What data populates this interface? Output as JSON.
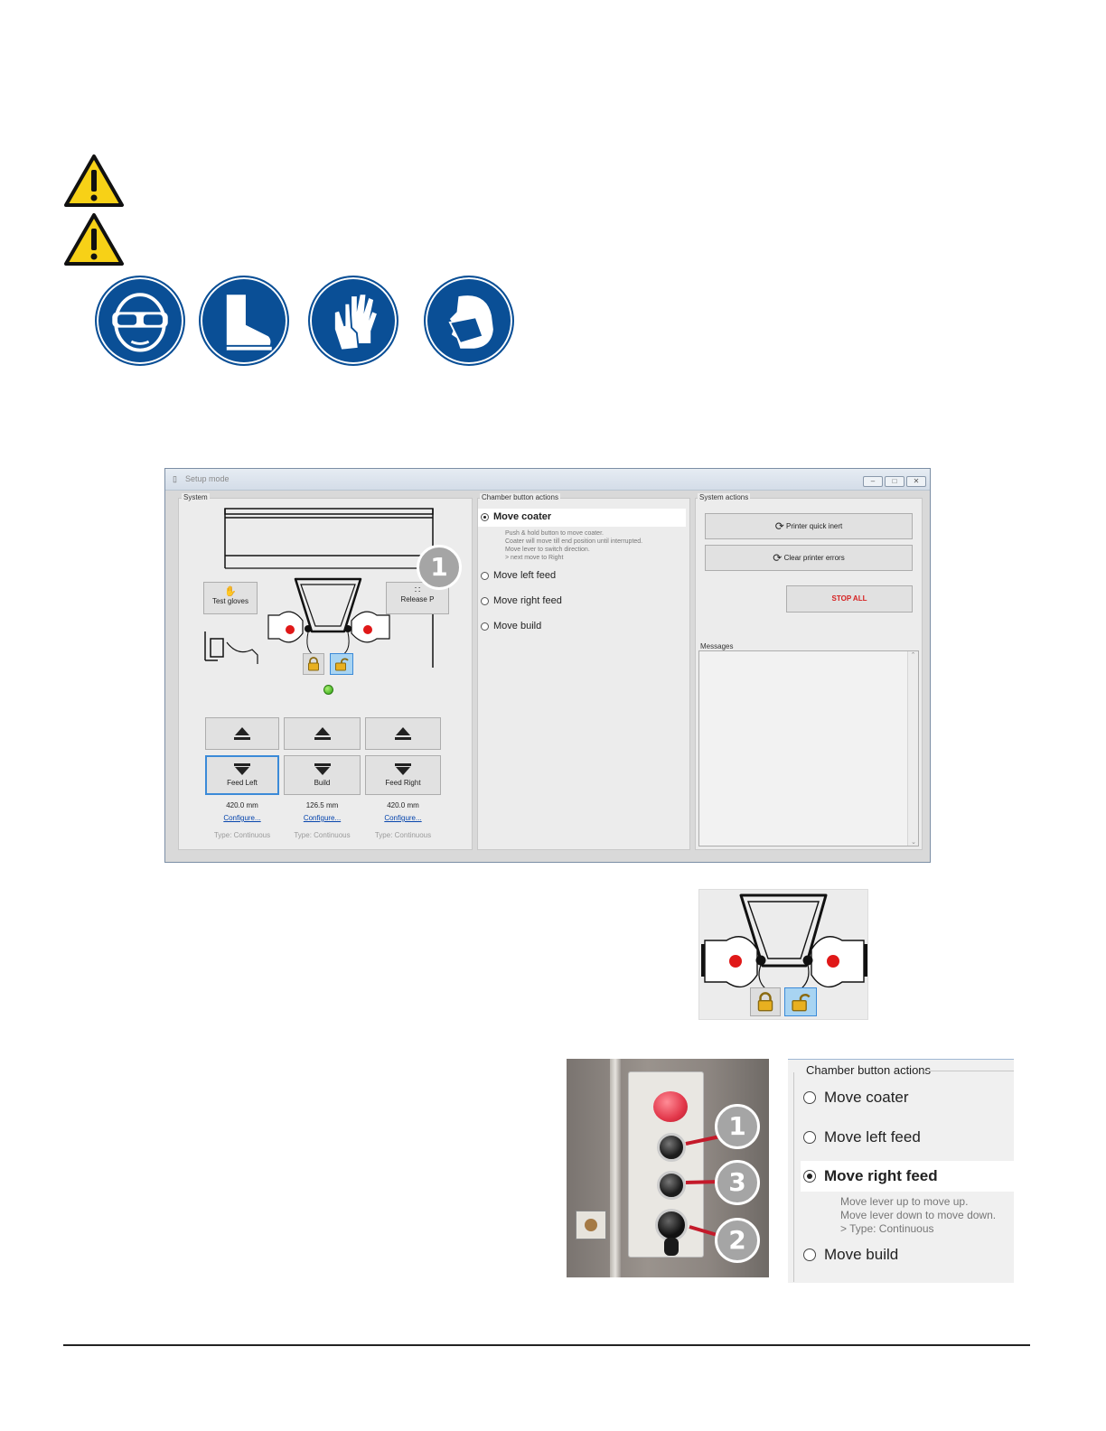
{
  "setup_window": {
    "title": "Setup mode",
    "system_label": "System",
    "test_gloves_label": "Test gloves",
    "release_label": "Release P",
    "axes": [
      {
        "name": "Feed Left",
        "position": "420.0 mm",
        "configure": "Configure...",
        "type": "Type: Continuous"
      },
      {
        "name": "Build",
        "position": "126.5 mm",
        "configure": "Configure...",
        "type": "Type: Continuous"
      },
      {
        "name": "Feed Right",
        "position": "420.0 mm",
        "configure": "Configure...",
        "type": "Type: Continuous"
      }
    ],
    "chamber_actions": {
      "label": "Chamber button actions",
      "options": [
        {
          "label": "Move coater",
          "selected": true
        },
        {
          "label": "Move left feed",
          "selected": false
        },
        {
          "label": "Move right feed",
          "selected": false
        },
        {
          "label": "Move build",
          "selected": false
        }
      ],
      "coater_description": [
        "Push & hold button to move coater.",
        "Coater will move till end position until interrupted.",
        "Move lever to switch direction.",
        "> next move to Right"
      ]
    },
    "system_actions": {
      "label": "System actions",
      "quick_inert": "Printer quick inert",
      "clear_errors": "Clear printer errors",
      "stop_all": "STOP ALL",
      "messages_label": "Messages"
    },
    "callout_1": "1"
  },
  "chamber_crop": {
    "label": "Chamber button actions",
    "options": [
      {
        "label": "Move coater",
        "selected": false
      },
      {
        "label": "Move left feed",
        "selected": false
      },
      {
        "label": "Move right feed",
        "selected": true
      },
      {
        "label": "Move build",
        "selected": false
      }
    ],
    "right_feed_description": [
      "Move lever up to move up.",
      "Move lever down to move down.",
      "> Type: Continuous"
    ]
  },
  "button_box_callouts": [
    "1",
    "3",
    "2"
  ],
  "colors": {
    "ppe_blue": "#0a4f96",
    "warning_yellow": "#f7d117",
    "stop_red": "#d62020",
    "link_blue": "#0645ad",
    "selection_blue": "#3b8ad8"
  },
  "icons": [
    "warning-icon",
    "eye-protection-icon",
    "safety-boots-icon",
    "gloves-icon",
    "mask-icon",
    "lock-icon",
    "unlock-icon",
    "eject-icon"
  ]
}
